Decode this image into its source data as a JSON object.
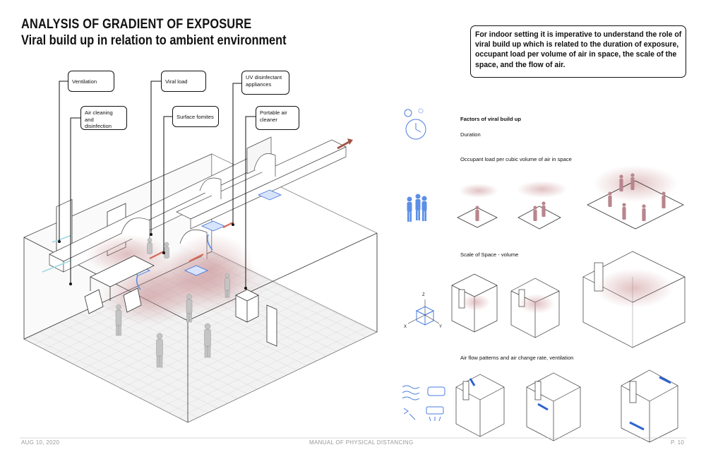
{
  "header": {
    "title": "ANALYSIS OF GRADIENT OF EXPOSURE",
    "subtitle": "Viral build up in relation to ambient environment"
  },
  "intro": {
    "text": "For indoor setting it is imperative to understand the role of viral build up which is related to the duration of exposure, occupant load per volume of air in space, the scale of the space, and the flow of air."
  },
  "callouts": {
    "ventilation": "Ventilation",
    "air_cleaning": "Air cleaning and\ndisinfection",
    "viral_load": "Viral load",
    "surface_fomites": "Surface fomites",
    "uv_disinfectant": "UV disinfectant\nappliances",
    "portable_air": "Portable air\ncleaner"
  },
  "factors": {
    "heading": "Factors of viral build up",
    "duration": "Duration",
    "occupant_load": "Occupant load per cubic volume of air in space",
    "scale_of_space": "Scale of Space - volume",
    "air_flow": "Air flow patterns and air change rate, ventilation",
    "axis_z": "Z",
    "axis_x": "X",
    "axis_y": "Y"
  },
  "footer": {
    "date": "AUG 10, 2020",
    "manual": "MANUAL OF PHYSICAL DISTANCING",
    "page": "P. 10"
  },
  "colors": {
    "line": "#222222",
    "blue": "#3a6fd8",
    "cloud": "#c99a9a",
    "red": "#c8503c",
    "figure": "#b0888e"
  }
}
